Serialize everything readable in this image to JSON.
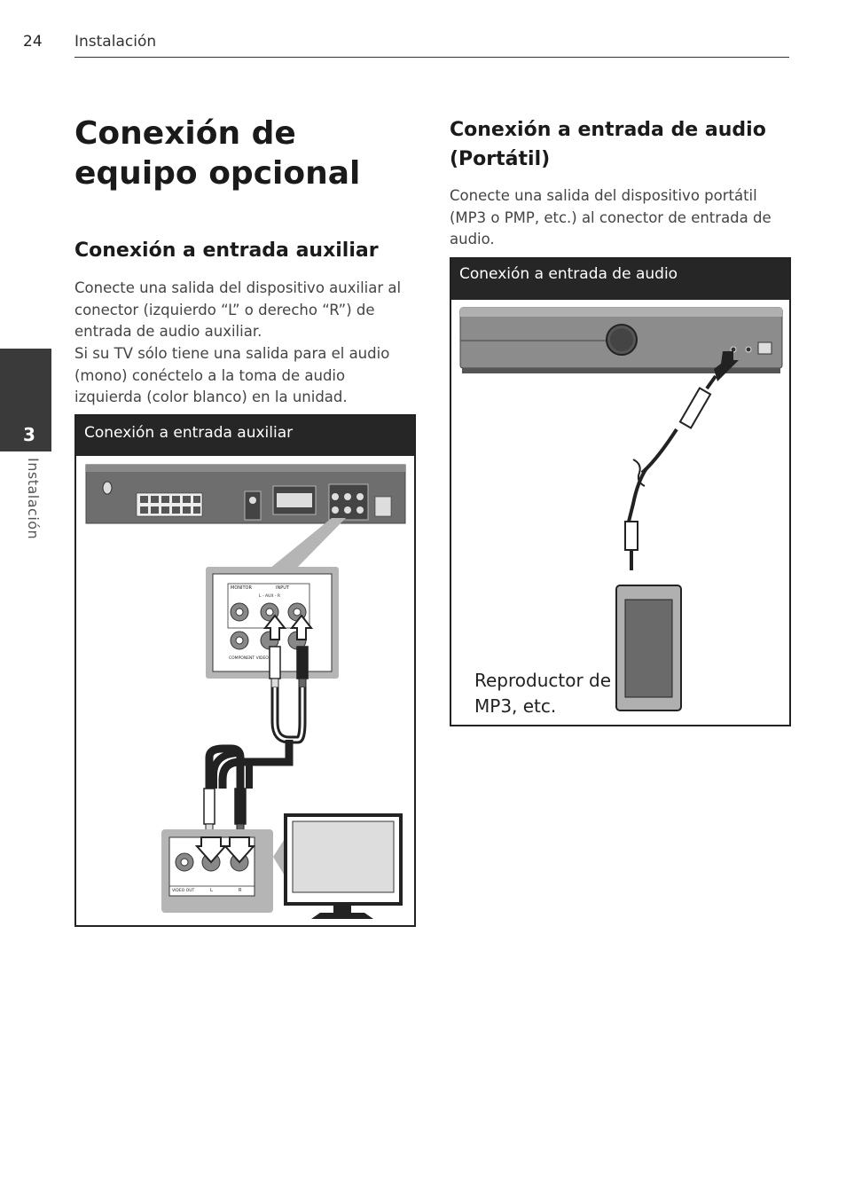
{
  "header": {
    "page_number": "24",
    "section": "Instalación"
  },
  "side_tab": {
    "number": "3",
    "label": "Instalación"
  },
  "main_title": "Conexión de equipo opcional",
  "aux_section": {
    "title": "Conexión a entrada auxiliar",
    "paragraph1": "Conecte una salida del dispositivo auxiliar al conector (izquierdo “L” o derecho “R”) de entrada de audio auxiliar.",
    "paragraph2": "Si su TV sólo tiene una salida para el audio (mono) conéctelo a la toma de audio izquierda (color blanco) en la unidad.",
    "figure_caption": "Conexión a entrada auxiliar",
    "panel_labels": {
      "monitor": "MONITOR",
      "input": "INPUT",
      "aux": "L  -  AUX  -  R",
      "component": "COMPONENT VIDEO",
      "video_out": "VIDEO OUT",
      "left": "L",
      "right": "R"
    }
  },
  "portable_section": {
    "title": "Conexión a entrada de audio (Portátil)",
    "paragraph": "Conecte una salida del dispositivo portátil (MP3 o PMP, etc.) al conector de entrada de audio.",
    "figure_caption": "Conexión a entrada de audio",
    "device_label_line1": "Reproductor de",
    "device_label_line2": "MP3, etc."
  },
  "colors": {
    "caption_bg": "#262626",
    "tab_bg": "#3a3a3a",
    "panel_gray": "#b5b5b5"
  }
}
